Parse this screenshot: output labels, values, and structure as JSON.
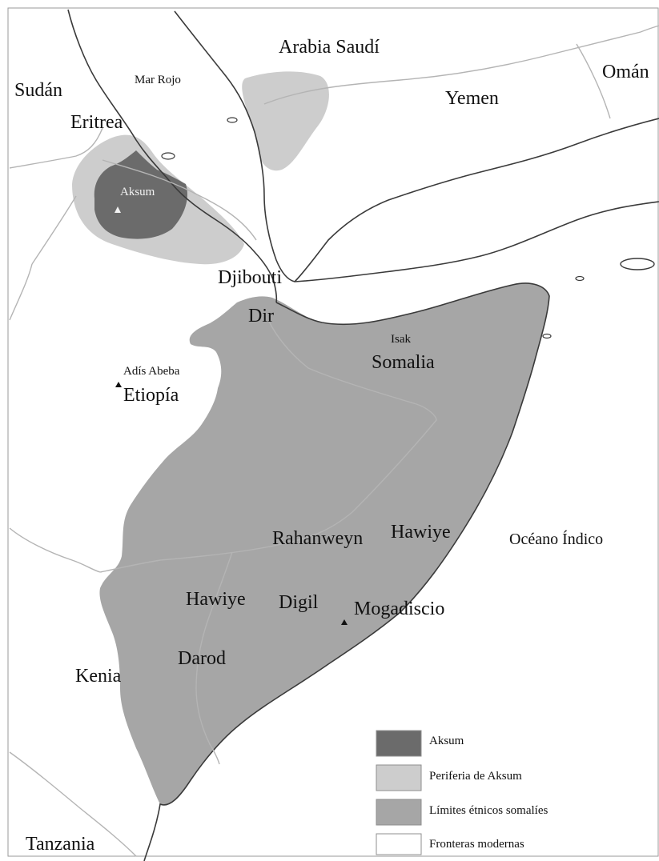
{
  "colors": {
    "aksum": "#6b6b6b",
    "periphery": "#cdcdcd",
    "somali": "#a6a6a6",
    "background": "#ffffff",
    "coast": "#3a3a3a",
    "border": "#b4b4b4"
  },
  "labels": {
    "arabia": "Arabia Saudí",
    "oman": "Omán",
    "sudan": "Sudán",
    "mar_rojo": "Mar Rojo",
    "yemen": "Yemen",
    "eritrea": "Eritrea",
    "aksum_city": "Aksum",
    "djibouti": "Djibouti",
    "dir": "Dir",
    "isak": "Isak",
    "somalia": "Somalia",
    "addis": "Adís Abeba",
    "etiopia": "Etiopía",
    "rahanweyn": "Rahanweyn",
    "hawiye_north": "Hawiye",
    "oceano": "Océano Índico",
    "hawiye_south": "Hawiye",
    "digil": "Digil",
    "mogadiscio": "Mogadiscio",
    "darod": "Darod",
    "kenia": "Kenia",
    "tanzania": "Tanzania"
  },
  "legend": [
    {
      "label": "Aksum",
      "swatch": "aksum"
    },
    {
      "label": "Periferia de Aksum",
      "swatch": "periphery"
    },
    {
      "label": "Límites étnicos somalíes",
      "swatch": "somali"
    },
    {
      "label": "Fronteras modernas",
      "swatch": "background"
    }
  ]
}
